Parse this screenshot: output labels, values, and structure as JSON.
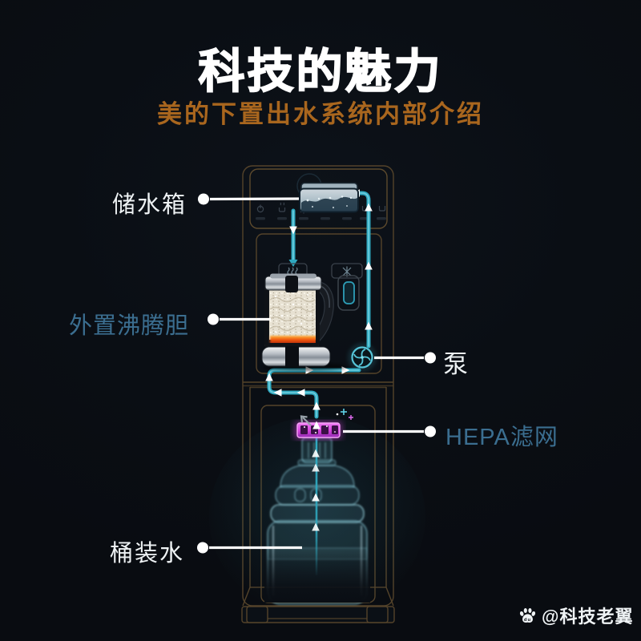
{
  "header": {
    "title": "科技的魅力",
    "subtitle": "美的下置出水系统内部介绍",
    "title_color": "#ffffff",
    "subtitle_color": "#a9661e"
  },
  "device": {
    "brand": "Midea",
    "type": "bottom-load water dispenser cutaway diagram",
    "control_icons": [
      "power-icon",
      "heat-icon",
      "snowflake-icon",
      "drop-icon",
      "cup-icon",
      "cup-icon",
      "cup-icon"
    ],
    "outlet_icons": [
      "hot-water-waves-icon",
      "snowflake-icon"
    ],
    "pump_icon": "fan-impeller-icon"
  },
  "callouts": {
    "tank": {
      "label": "储水箱",
      "side": "left",
      "color": "#eef2f4"
    },
    "boiler": {
      "label": "外置沸腾胆",
      "side": "left",
      "color": "#3b6e90"
    },
    "pump": {
      "label": "泵",
      "side": "right",
      "color": "#eef2f4"
    },
    "hepa": {
      "label": "HEPA滤网",
      "side": "right",
      "color": "#3b6e90"
    },
    "bottle": {
      "label": "桶装水",
      "side": "left",
      "color": "#eef2f4"
    }
  },
  "watermark": {
    "handle": "@科技老翼",
    "icon": "baidu-paw-icon"
  },
  "colors": {
    "background": "#0a0e14",
    "pipe_teal": "#2fa9c0",
    "outline_gold": "#54432a",
    "hepa_magenta": "#e24ae6",
    "label_blue": "#3b6e90",
    "subtitle_orange": "#a9661e",
    "heater_glow": "#e8490f"
  }
}
